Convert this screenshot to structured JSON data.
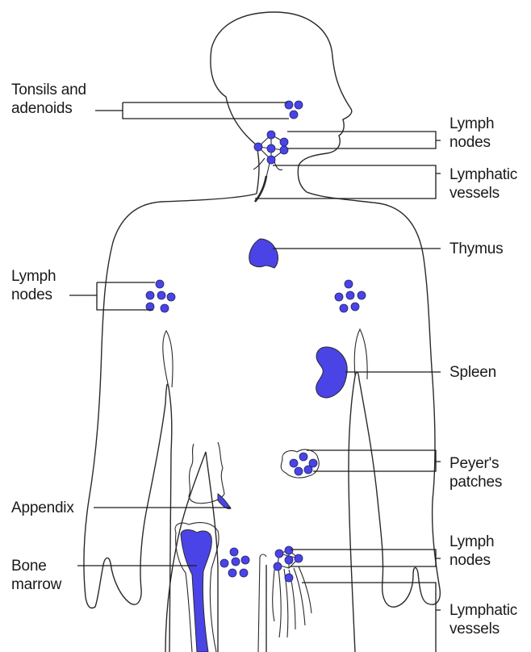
{
  "labels": {
    "tonsils": "Tonsils and\nadenoids",
    "lymph_nodes_neck": "Lymph\nnodes",
    "lymphatic_vessels_neck": "Lymphatic\nvessels",
    "thymus": "Thymus",
    "lymph_nodes_armpit": "Lymph\nnodes",
    "spleen": "Spleen",
    "peyers_patches": "Peyer's\npatches",
    "appendix": "Appendix",
    "bone_marrow": "Bone\nmarrow",
    "lymph_nodes_groin": "Lymph\nnodes",
    "lymphatic_vessels_groin": "Lymphatic\nvessels"
  },
  "colors": {
    "organ_fill": "#4a44e6",
    "line": "#2a2a2a",
    "text": "#1a1a1a",
    "background": "#ffffff"
  }
}
